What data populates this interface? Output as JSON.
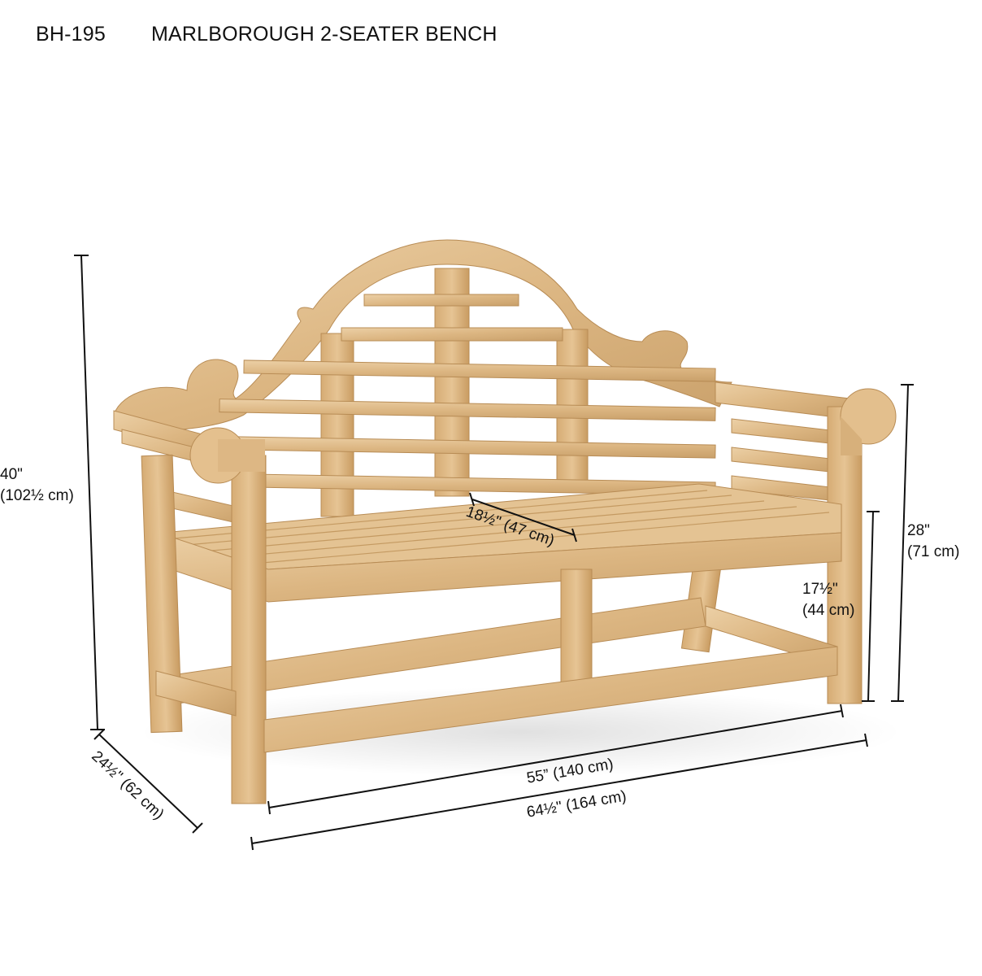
{
  "header": {
    "product_code": "BH-195",
    "product_name": "MARLBOROUGH 2-SEATER BENCH"
  },
  "colors": {
    "wood_light": "#e8c79a",
    "wood_mid": "#d9b17a",
    "wood_dark": "#c0935a",
    "dimension_line": "#111111",
    "background": "#ffffff"
  },
  "dimensions": {
    "overall_height": {
      "imperial": "40\"",
      "metric": "(102½ cm)"
    },
    "arm_height": {
      "imperial": "28\"",
      "metric": "(71 cm)"
    },
    "seat_height": {
      "imperial": "17½\"",
      "metric": "(44 cm)"
    },
    "seat_depth": {
      "label": "18½\" (47 cm)"
    },
    "overall_depth": {
      "label": "24½\" (62 cm)"
    },
    "seat_width": {
      "label": "55” (140 cm)"
    },
    "overall_width": {
      "label": "64½\" (164 cm)"
    }
  }
}
